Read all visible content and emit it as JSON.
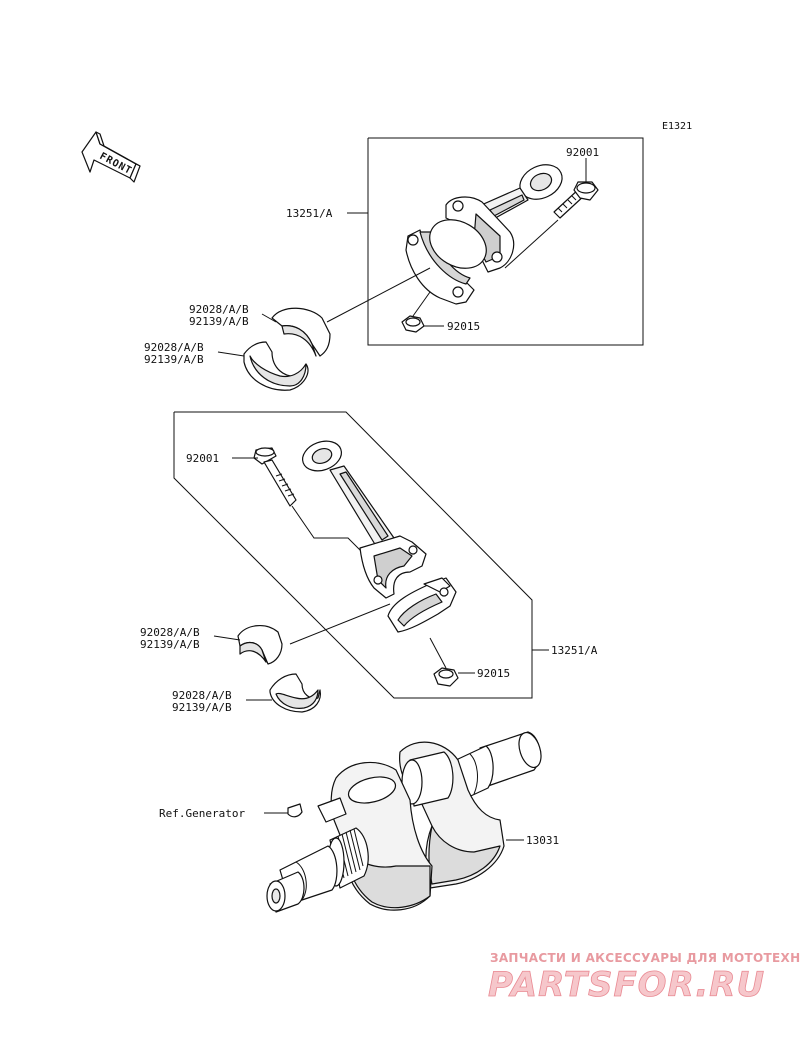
{
  "diagram_code": "E1321",
  "front_label": "FRONT",
  "labels": {
    "top_bolt": "92001",
    "top_assembly": "13251/A",
    "top_nut": "92015",
    "top_bearing_upper_a": "92028/A/B",
    "top_bearing_upper_b": "92139/A/B",
    "top_bearing_lower_a": "92028/A/B",
    "top_bearing_lower_b": "92139/A/B",
    "mid_bolt": "92001",
    "mid_assembly": "13251/A",
    "mid_nut": "92015",
    "mid_bearing_upper_a": "92028/A/B",
    "mid_bearing_upper_b": "92139/A/B",
    "mid_bearing_lower_a": "92028/A/B",
    "mid_bearing_lower_b": "92139/A/B",
    "ref_generator": "Ref.Generator",
    "crankshaft": "13031"
  },
  "watermark": {
    "tagline": "ЗАПЧАСТИ И АКСЕССУАРЫ ДЛЯ МОТОТЕХНИКИ",
    "brand": "PARTSFOR.RU"
  }
}
